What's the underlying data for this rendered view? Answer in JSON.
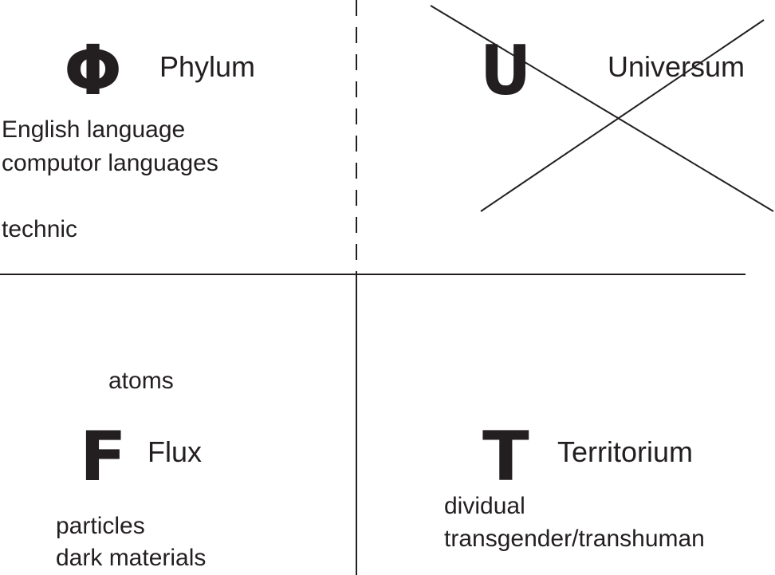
{
  "quadrants": {
    "phylum": {
      "symbol": "Φ",
      "name": "Phylum",
      "items": [
        "English language",
        "computor languages",
        "technic"
      ]
    },
    "universum": {
      "symbol": "U",
      "name": "Universum",
      "crossed_out": true
    },
    "flux": {
      "symbol": "F",
      "name": "Flux",
      "items": [
        "atoms",
        "particles",
        "dark materials"
      ]
    },
    "territorium": {
      "symbol": "T",
      "name": "Territorium",
      "items": [
        "dividual",
        "transgender/transhuman"
      ]
    }
  },
  "colors": {
    "ink": "#231f20",
    "background": "#ffffff"
  }
}
